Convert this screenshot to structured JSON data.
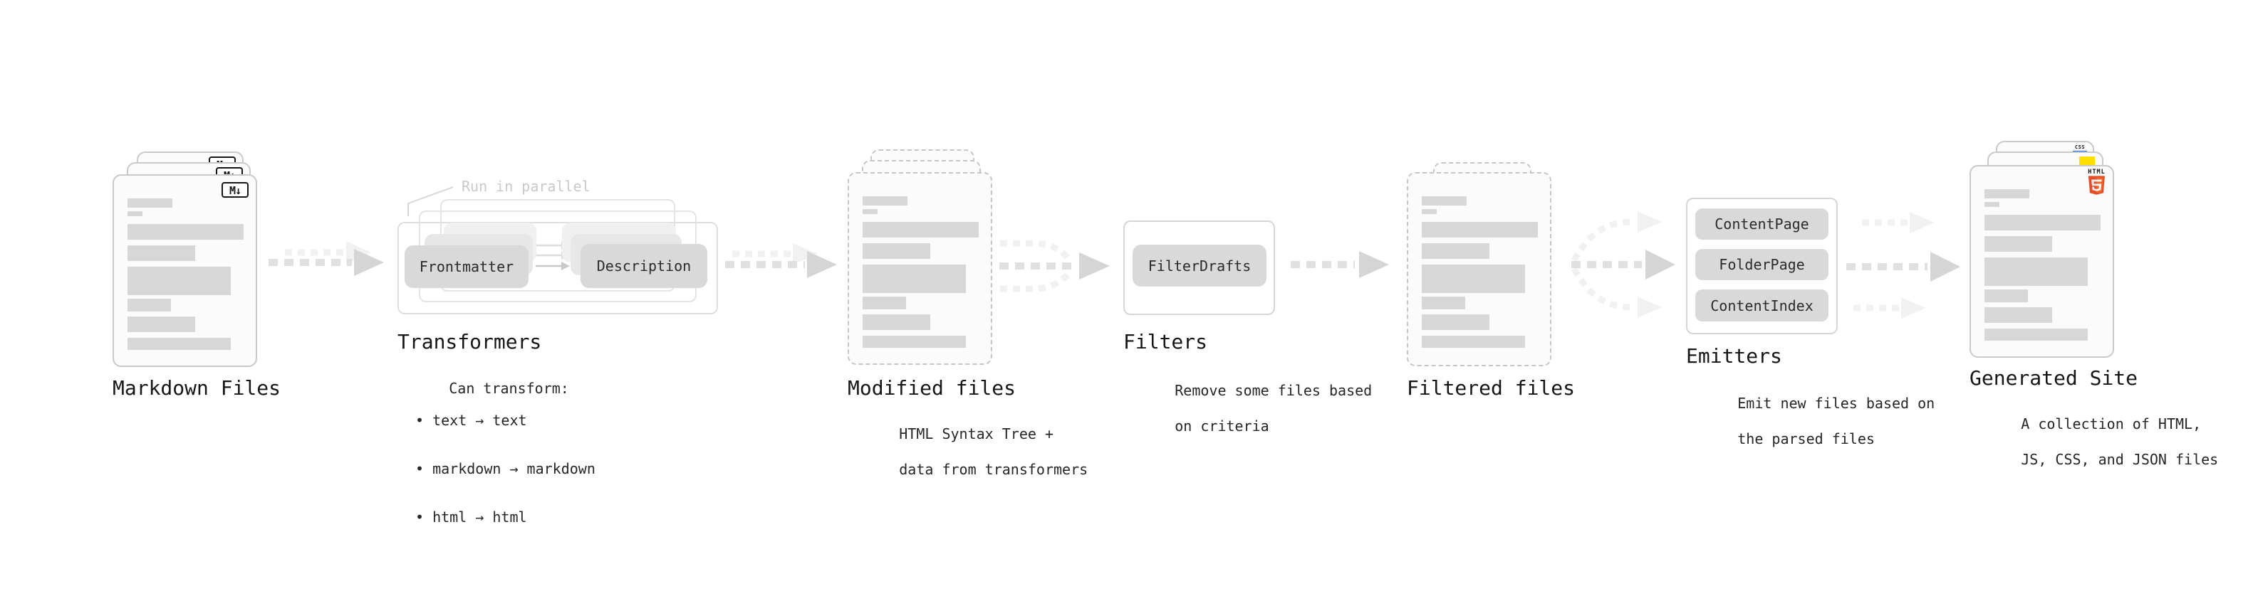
{
  "colors": {
    "bar": "#d7d7d7",
    "pill": "#d9d9d9",
    "card_bg": "#fbfbfb",
    "card_border": "#c9c9c9",
    "arrow_main": "#e0e0e0",
    "arrow_head": "#d5d5d5",
    "arrow_light": "#f1f1f1",
    "html5_orange": "#e44d26",
    "html5_orange_light": "#f16529",
    "js_yellow": "#ffdf00",
    "css_blue": "#2965f1"
  },
  "nodes": {
    "markdown_files": {
      "label": "Markdown Files",
      "badge": "M↓"
    },
    "transformers": {
      "label": "Transformers",
      "callout": "Run in parallel",
      "pill_left": "Frontmatter",
      "pill_right": "Description",
      "desc": [
        "Can transform:",
        "• text → text",
        "• markdown → markdown",
        "• html → html"
      ]
    },
    "modified_files": {
      "label": "Modified files",
      "desc": [
        "HTML Syntax Tree +",
        "data from transformers"
      ]
    },
    "filters": {
      "label": "Filters",
      "pill": "FilterDrafts",
      "desc": [
        "Remove some files based",
        "on criteria"
      ]
    },
    "filtered_files": {
      "label": "Filtered files"
    },
    "emitters": {
      "label": "Emitters",
      "pills": [
        "ContentPage",
        "FolderPage",
        "ContentIndex"
      ],
      "desc": [
        "Emit new files based on",
        "the parsed files"
      ]
    },
    "generated_site": {
      "label": "Generated Site",
      "html_word": "HTML",
      "css_word": "CSS",
      "desc": [
        "A collection of HTML,",
        "JS, CSS, and JSON files"
      ]
    }
  }
}
